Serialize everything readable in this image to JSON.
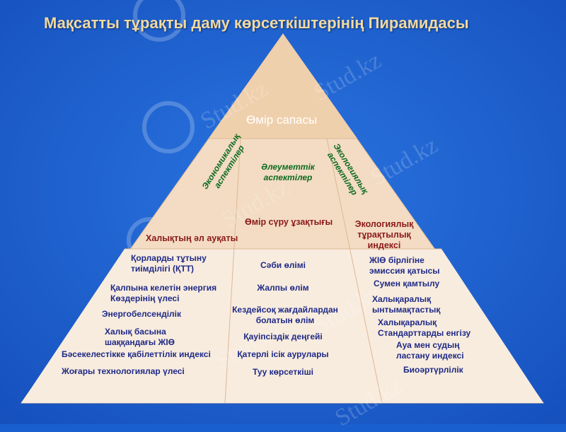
{
  "title": "Мақсатты тұрақты даму көрсеткіштерінің Пирамидасы",
  "apex_label": "Өмір сапасы",
  "aspects": {
    "economic": "Экономикалық\nаспектілер",
    "social": "Әлеуметтік\nаспектілер",
    "ecological": "Экологиялық\nаспектілер"
  },
  "pillars": {
    "left": "Халықтың әл ауқаты",
    "center": "Өмір сүру ұзақтығы",
    "right": "Экологиялық\nтұрақтылық\nиндексі"
  },
  "left_items": [
    "Қорларды тұтыну\nтиімділігі (ҚТТ)",
    "Қалпына келетін энергия\nКөздерінің үлесі",
    "Энергобелсенділік",
    "Халық басына\nшаққандағы ЖІӨ",
    "Бәсекелестікке қабілеттілік индексі",
    "Жоғары технологиялар үлесі"
  ],
  "center_items": [
    "Сәби өлімі",
    "Жалпы өлім",
    "Кездейсоқ жағдайлардан\nболатын өлім",
    "Қауіпсіздік деңгейі",
    "Қатерлі ісік аурулары",
    "Туу көрсеткіші"
  ],
  "right_items": [
    "ЖІӨ бірлігіне\nэмиссия қатысы",
    "Сумен қамтылу",
    "Халықаралық\nынтымақтастық",
    "Халықаралық\nСтандарттарды енгізу",
    "Ауа мен судың\nластану индексі",
    "Биоәртүрлілік"
  ],
  "watermark": "Stud.kz",
  "colors": {
    "background": "#1a5fcf",
    "pyramid_light": "#f7e8d6",
    "pyramid_dark": "#efd3b3",
    "title": "#f1d9a0",
    "item_text": "#1f2a86",
    "aspect_text": "#0b6a1f",
    "pillar_text": "#8b1a1a"
  }
}
